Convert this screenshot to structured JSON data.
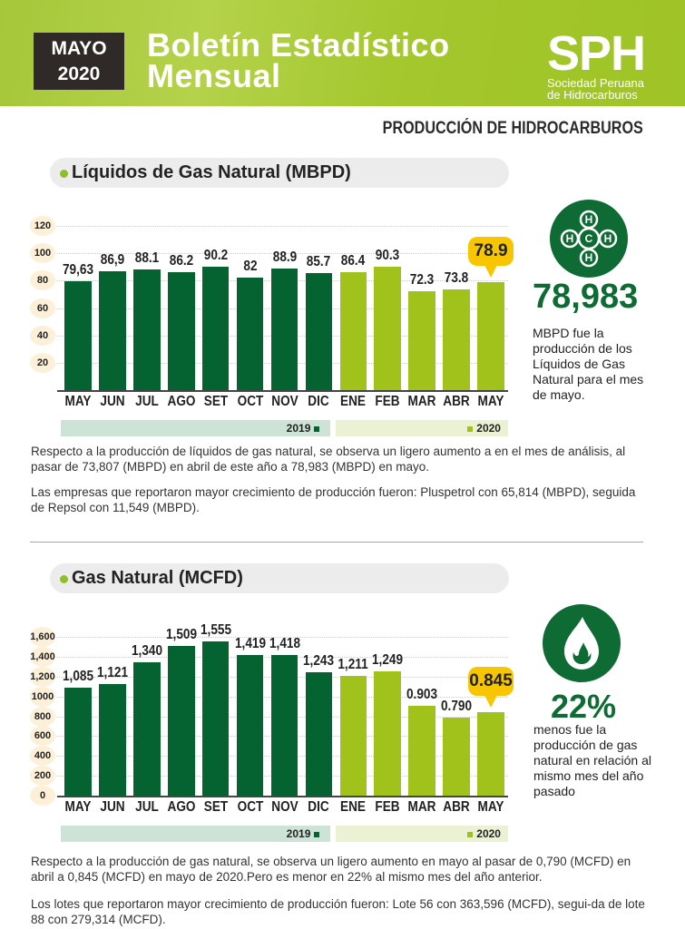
{
  "header": {
    "month": "MAYO",
    "year": "2020",
    "title_line1": "Boletín Estadístico",
    "title_line2": "Mensual",
    "logo": "SPH",
    "logo_sub1": "Sociedad Peruana",
    "logo_sub2": "de Hidrocarburos"
  },
  "section_title": "PRODUCCIÓN DE HIDROCARBUROS",
  "colors": {
    "y2019": "#046330",
    "y2020": "#a0c21a",
    "callout": "#f7c600",
    "accent": "#0d6b33"
  },
  "chart_data": [
    {
      "type": "bar",
      "title": "Líquidos de Gas Natural (MBPD)",
      "categories": [
        "MAY",
        "JUN",
        "JUL",
        "AGO",
        "SET",
        "OCT",
        "NOV",
        "DIC",
        "ENE",
        "FEB",
        "MAR",
        "ABR",
        "MAY"
      ],
      "values": [
        79.63,
        86.9,
        88.1,
        86.2,
        90.2,
        82,
        88.9,
        85.7,
        86.4,
        90.3,
        72.3,
        73.8,
        78.9
      ],
      "labels": [
        "79,63",
        "86,9",
        "88.1",
        "86.2",
        "90.2",
        "82",
        "88.9",
        "85.7",
        "86.4",
        "90.3",
        "72.3",
        "73.8",
        "78.9"
      ],
      "years": [
        "2019",
        "2019",
        "2019",
        "2019",
        "2019",
        "2019",
        "2019",
        "2019",
        "2020",
        "2020",
        "2020",
        "2020",
        "2020"
      ],
      "yticks": [
        "20",
        "40",
        "60",
        "80",
        "100",
        "120"
      ],
      "ylim": [
        0,
        120
      ],
      "highlight": 12,
      "legend": [
        "2019",
        "2020"
      ]
    },
    {
      "type": "bar",
      "title": "Gas Natural (MCFD)",
      "categories": [
        "MAY",
        "JUN",
        "JUL",
        "AGO",
        "SET",
        "OCT",
        "NOV",
        "DIC",
        "ENE",
        "FEB",
        "MAR",
        "ABR",
        "MAY"
      ],
      "values": [
        1085,
        1121,
        1340,
        1509,
        1555,
        1419,
        1418,
        1243,
        1211,
        1249,
        903,
        790,
        845
      ],
      "labels": [
        "1,085",
        "1,121",
        "1,340",
        "1,509",
        "1,555",
        "1,419",
        "1,418",
        "1,243",
        "1,211",
        "1,249",
        "0.903",
        "0.790",
        "0.845"
      ],
      "years": [
        "2019",
        "2019",
        "2019",
        "2019",
        "2019",
        "2019",
        "2019",
        "2019",
        "2020",
        "2020",
        "2020",
        "2020",
        "2020"
      ],
      "yticks": [
        "0",
        "200",
        "400",
        "600",
        "800",
        "1000",
        "1,200",
        "1,400",
        "1,600"
      ],
      "ylim": [
        0,
        1600
      ],
      "highlight": 12,
      "legend": [
        "2019",
        "2020"
      ]
    }
  ],
  "liquids": {
    "icon": "hydrocarbon-molecule-icon",
    "molecule": {
      "center": "C",
      "outer": "H"
    },
    "big": "78,983",
    "text": "MBPD  fue la producción de los Líquidos de Gas Natural para el mes de mayo.",
    "p1": "Respecto a la producción de líquidos de gas natural, se observa un ligero aumento a en el mes de análisis, al pasar de 73,807 (MBPD) en abril de este año a 78,983 (MBPD) en mayo.",
    "p2": "Las empresas que reportaron mayor crecimiento de producción fueron: Pluspetrol con 65,814 (MBPD), seguida de Repsol con 11,549 (MBPD)."
  },
  "gas": {
    "icon": "flame-icon",
    "big": "22%",
    "text": "menos fue la producción de gas natural en relación al mismo mes del año pasado",
    "p1": "Respecto a la producción de gas natural, se observa un ligero aumento en mayo al pasar de 0,790 (MCFD) en abril a 0,845 (MCFD) en mayo de 2020.Pero es menor en 22% al mismo mes del año anterior.",
    "p2": "Los lotes que reportaron mayor crecimiento de producción fueron: Lote 56 con 363,596 (MCFD), segui-da de lote 88 con 279,314 (MCFD)."
  }
}
